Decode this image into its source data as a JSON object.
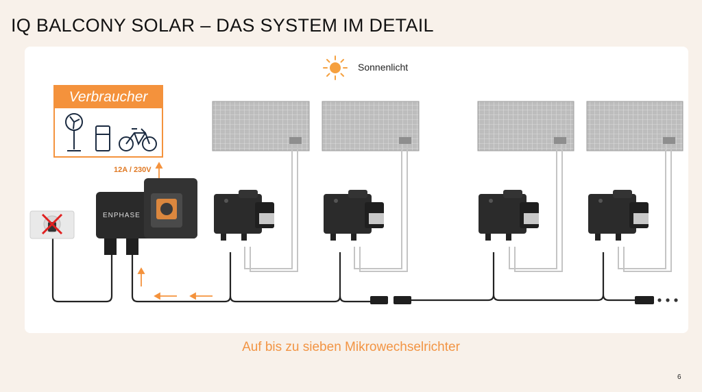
{
  "slide": {
    "title": "IQ BALCONY SOLAR – DAS SYSTEM IM DETAIL",
    "page_number": "6"
  },
  "sun": {
    "label": "Sonnenlicht",
    "icon": "sun-icon"
  },
  "consumers": {
    "heading": "Verbraucher",
    "icons": [
      "fan-icon",
      "fridge-icon",
      "ebike-icon"
    ]
  },
  "current_label": "12A / 230V",
  "gateway": {
    "brand": "ENPHASE"
  },
  "caption": "Auf bis zu sieben Mikrowechselrichter",
  "colors": {
    "accent": "#f4923c",
    "panel": "#b9b9b9",
    "inverter": "#2b2b2b",
    "cable": "#222222"
  }
}
